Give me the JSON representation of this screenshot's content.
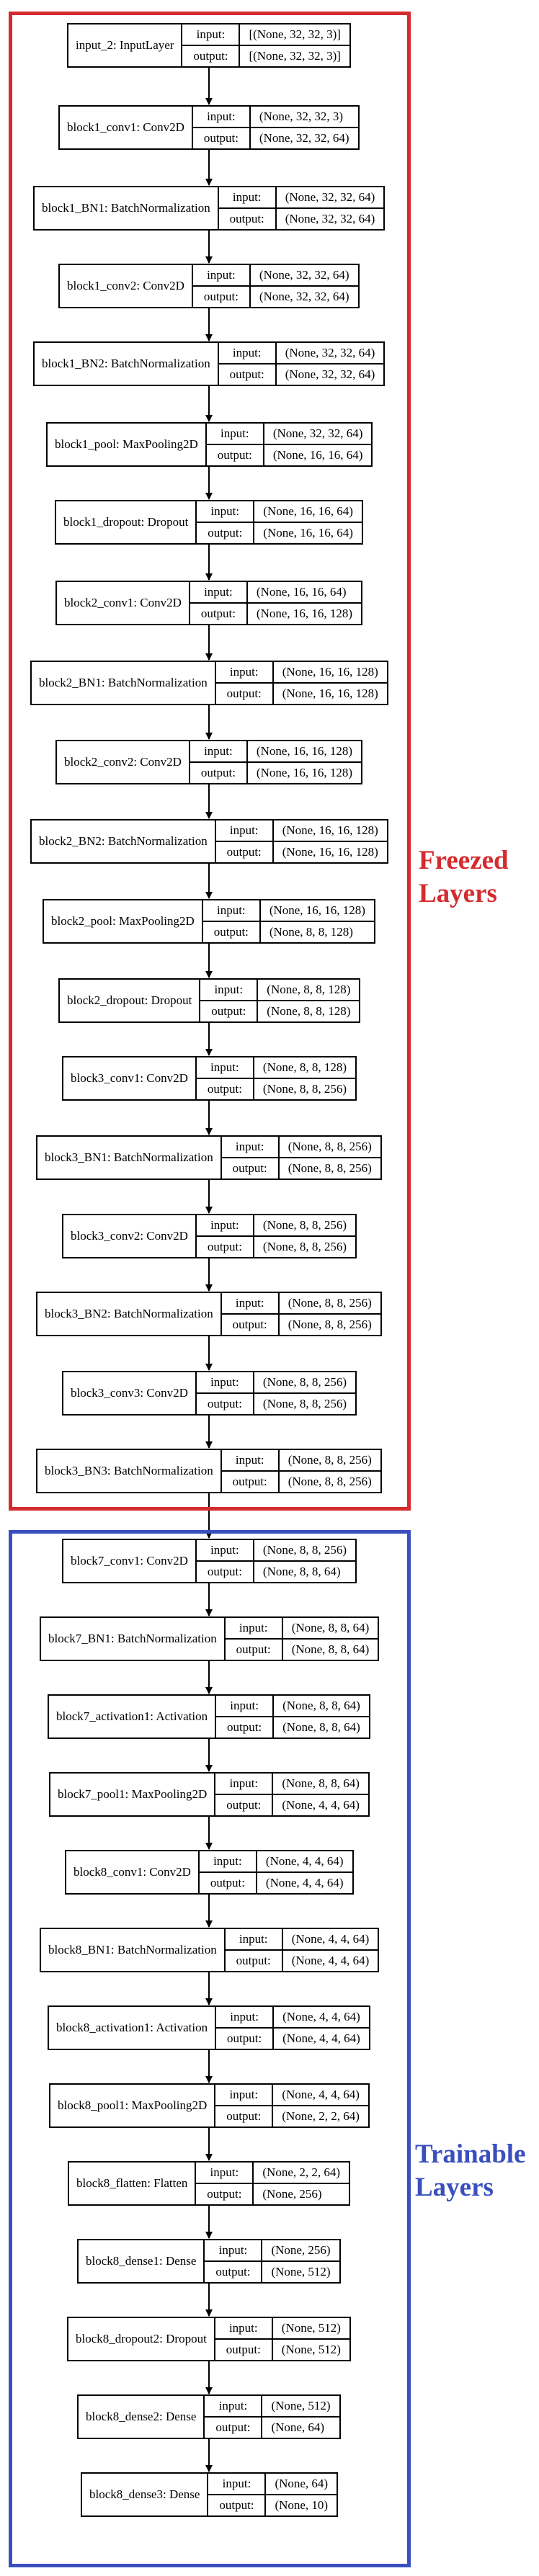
{
  "io_labels": {
    "input": "input:",
    "output": "output:"
  },
  "groups": [
    {
      "id": "freezed",
      "label_line1": "Freezed",
      "label_line2": "Layers",
      "color": "#d42b2f"
    },
    {
      "id": "trainable",
      "label_line1": "Trainable",
      "label_line2": "Layers",
      "color": "#3a4fbf"
    }
  ],
  "layers": [
    {
      "name": "input_2: InputLayer",
      "input": "[(None, 32, 32, 3)]",
      "output": "[(None, 32, 32, 3)]"
    },
    {
      "name": "block1_conv1: Conv2D",
      "input": "(None, 32, 32, 3)",
      "output": "(None, 32, 32, 64)"
    },
    {
      "name": "block1_BN1: BatchNormalization",
      "input": "(None, 32, 32, 64)",
      "output": "(None, 32, 32, 64)"
    },
    {
      "name": "block1_conv2: Conv2D",
      "input": "(None, 32, 32, 64)",
      "output": "(None, 32, 32, 64)"
    },
    {
      "name": "block1_BN2: BatchNormalization",
      "input": "(None, 32, 32, 64)",
      "output": "(None, 32, 32, 64)"
    },
    {
      "name": "block1_pool: MaxPooling2D",
      "input": "(None, 32, 32, 64)",
      "output": "(None, 16, 16, 64)"
    },
    {
      "name": "block1_dropout: Dropout",
      "input": "(None, 16, 16, 64)",
      "output": "(None, 16, 16, 64)"
    },
    {
      "name": "block2_conv1: Conv2D",
      "input": "(None, 16, 16, 64)",
      "output": "(None, 16, 16, 128)"
    },
    {
      "name": "block2_BN1: BatchNormalization",
      "input": "(None, 16, 16, 128)",
      "output": "(None, 16, 16, 128)"
    },
    {
      "name": "block2_conv2: Conv2D",
      "input": "(None, 16, 16, 128)",
      "output": "(None, 16, 16, 128)"
    },
    {
      "name": "block2_BN2: BatchNormalization",
      "input": "(None, 16, 16, 128)",
      "output": "(None, 16, 16, 128)"
    },
    {
      "name": "block2_pool: MaxPooling2D",
      "input": "(None, 16, 16, 128)",
      "output": "(None, 8, 8, 128)"
    },
    {
      "name": "block2_dropout: Dropout",
      "input": "(None, 8, 8, 128)",
      "output": "(None, 8, 8, 128)"
    },
    {
      "name": "block3_conv1: Conv2D",
      "input": "(None, 8, 8, 128)",
      "output": "(None, 8, 8, 256)"
    },
    {
      "name": "block3_BN1: BatchNormalization",
      "input": "(None, 8, 8, 256)",
      "output": "(None, 8, 8, 256)"
    },
    {
      "name": "block3_conv2: Conv2D",
      "input": "(None, 8, 8, 256)",
      "output": "(None, 8, 8, 256)"
    },
    {
      "name": "block3_BN2: BatchNormalization",
      "input": "(None, 8, 8, 256)",
      "output": "(None, 8, 8, 256)"
    },
    {
      "name": "block3_conv3: Conv2D",
      "input": "(None, 8, 8, 256)",
      "output": "(None, 8, 8, 256)"
    },
    {
      "name": "block3_BN3: BatchNormalization",
      "input": "(None, 8, 8, 256)",
      "output": "(None, 8, 8, 256)"
    },
    {
      "name": "block7_conv1: Conv2D",
      "input": "(None, 8, 8, 256)",
      "output": "(None, 8, 8, 64)"
    },
    {
      "name": "block7_BN1: BatchNormalization",
      "input": "(None, 8, 8, 64)",
      "output": "(None, 8, 8, 64)"
    },
    {
      "name": "block7_activation1: Activation",
      "input": "(None, 8, 8, 64)",
      "output": "(None, 8, 8, 64)"
    },
    {
      "name": "block7_pool1: MaxPooling2D",
      "input": "(None, 8, 8, 64)",
      "output": "(None, 4, 4, 64)"
    },
    {
      "name": "block8_conv1: Conv2D",
      "input": "(None, 4, 4, 64)",
      "output": "(None, 4, 4, 64)"
    },
    {
      "name": "block8_BN1: BatchNormalization",
      "input": "(None, 4, 4, 64)",
      "output": "(None, 4, 4, 64)"
    },
    {
      "name": "block8_activation1: Activation",
      "input": "(None, 4, 4, 64)",
      "output": "(None, 4, 4, 64)"
    },
    {
      "name": "block8_pool1: MaxPooling2D",
      "input": "(None, 4, 4, 64)",
      "output": "(None, 2, 2, 64)"
    },
    {
      "name": "block8_flatten: Flatten",
      "input": "(None, 2, 2, 64)",
      "output": "(None, 256)"
    },
    {
      "name": "block8_dense1: Dense",
      "input": "(None, 256)",
      "output": "(None, 512)"
    },
    {
      "name": "block8_dropout2: Dropout",
      "input": "(None, 512)",
      "output": "(None, 512)"
    },
    {
      "name": "block8_dense2: Dense",
      "input": "(None, 512)",
      "output": "(None, 64)"
    },
    {
      "name": "block8_dense3: Dense",
      "input": "(None, 64)",
      "output": "(None, 10)"
    }
  ]
}
